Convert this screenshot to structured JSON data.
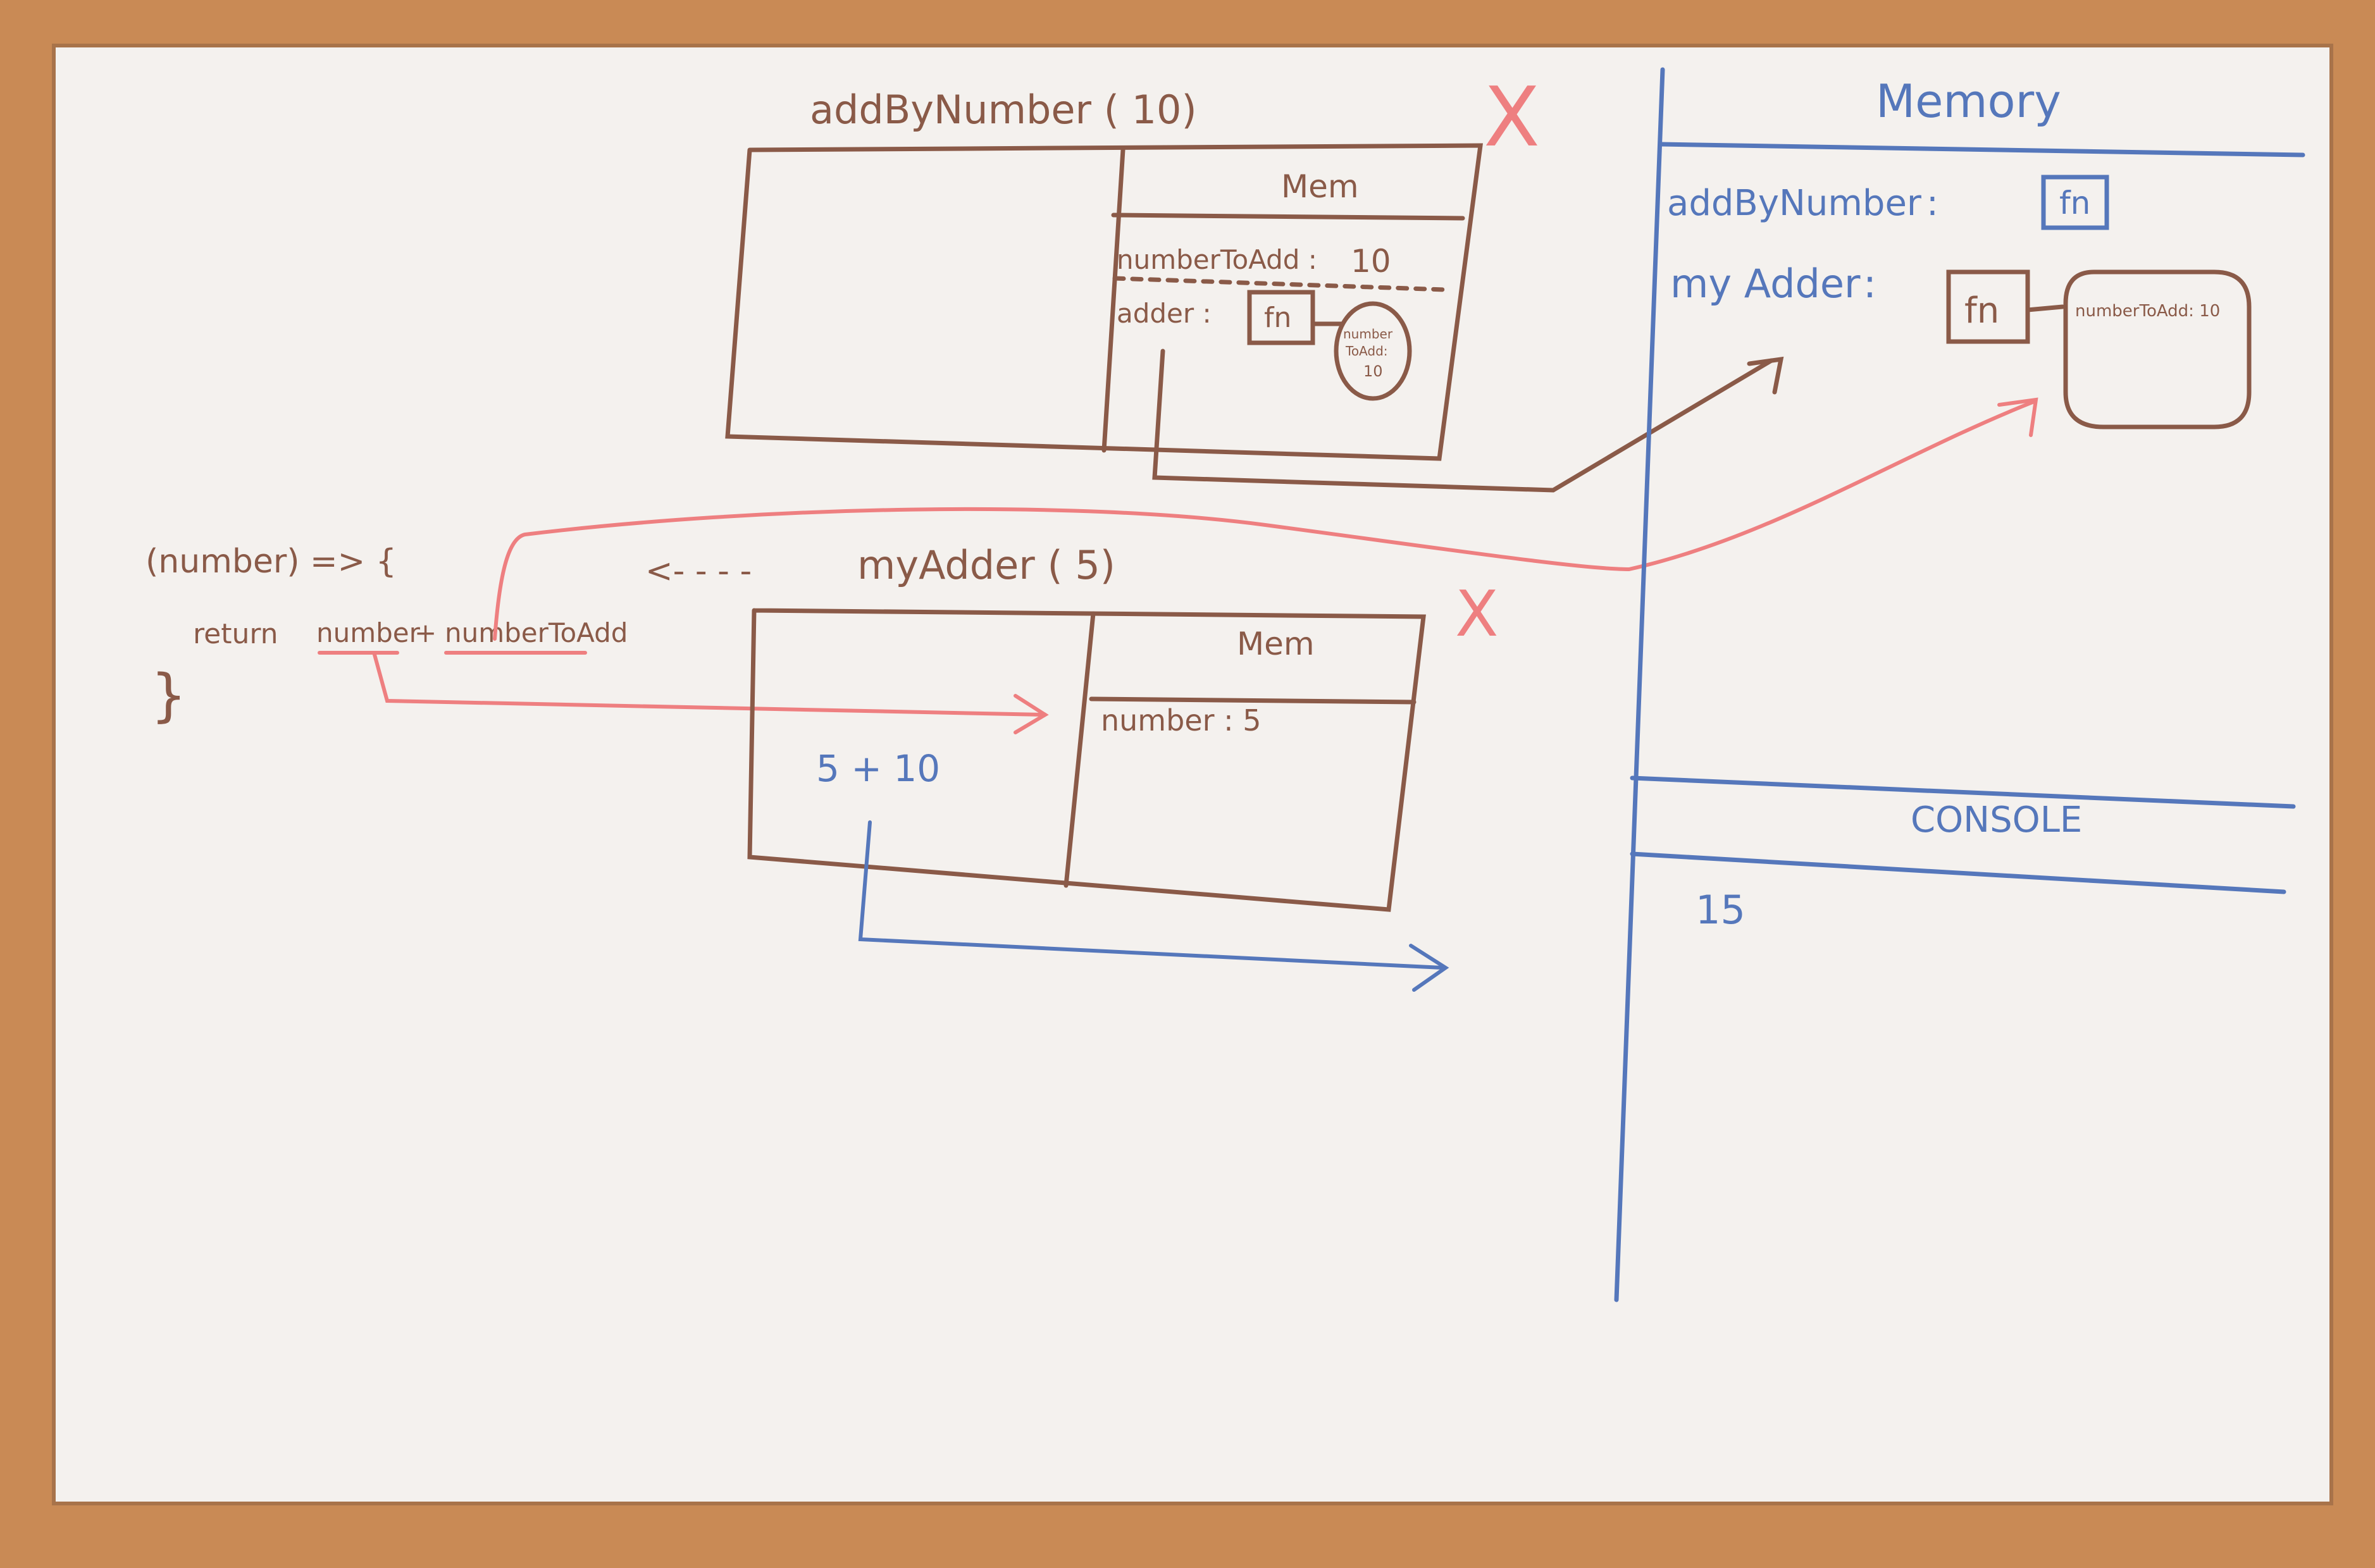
{
  "frame1": {
    "call": "addByNumber ( 10)",
    "mem_label": "Mem",
    "mem_row1_name": "numberToAdd :",
    "mem_row1_value": "10",
    "mem_row2_name": "adder :",
    "fn_label": "fn",
    "closure_line1": "number",
    "closure_line2": "ToAdd:",
    "closure_line3": "10",
    "closed_mark": "X"
  },
  "func_def": {
    "line1": "(number) => {",
    "line2_return": "return",
    "line2_arg": "number",
    "line2_plus": "+",
    "line2_closure": "numberToAdd",
    "line3": "}"
  },
  "frame2": {
    "call_arrow": "<- - - -",
    "call": "myAdder ( 5)",
    "mem_label": "Mem",
    "mem_row1": "number : 5",
    "expression": "5 + 10",
    "closed_mark": "X"
  },
  "memory": {
    "title": "Memory",
    "row1_name": "addByNumber",
    "row1_colon": ":",
    "row1_value": "fn",
    "row2_name": "my Adder",
    "row2_colon": ":",
    "row2_value": "fn",
    "closure_text": "numberToAdd: 10"
  },
  "console": {
    "title": "CONSOLE",
    "output": "15"
  },
  "colors": {
    "frame": "#c98a55",
    "board": "#f4f1ee",
    "brown_marker": "#8a5a48",
    "red_marker": "#ee7f80",
    "blue_marker": "#5577bb"
  }
}
